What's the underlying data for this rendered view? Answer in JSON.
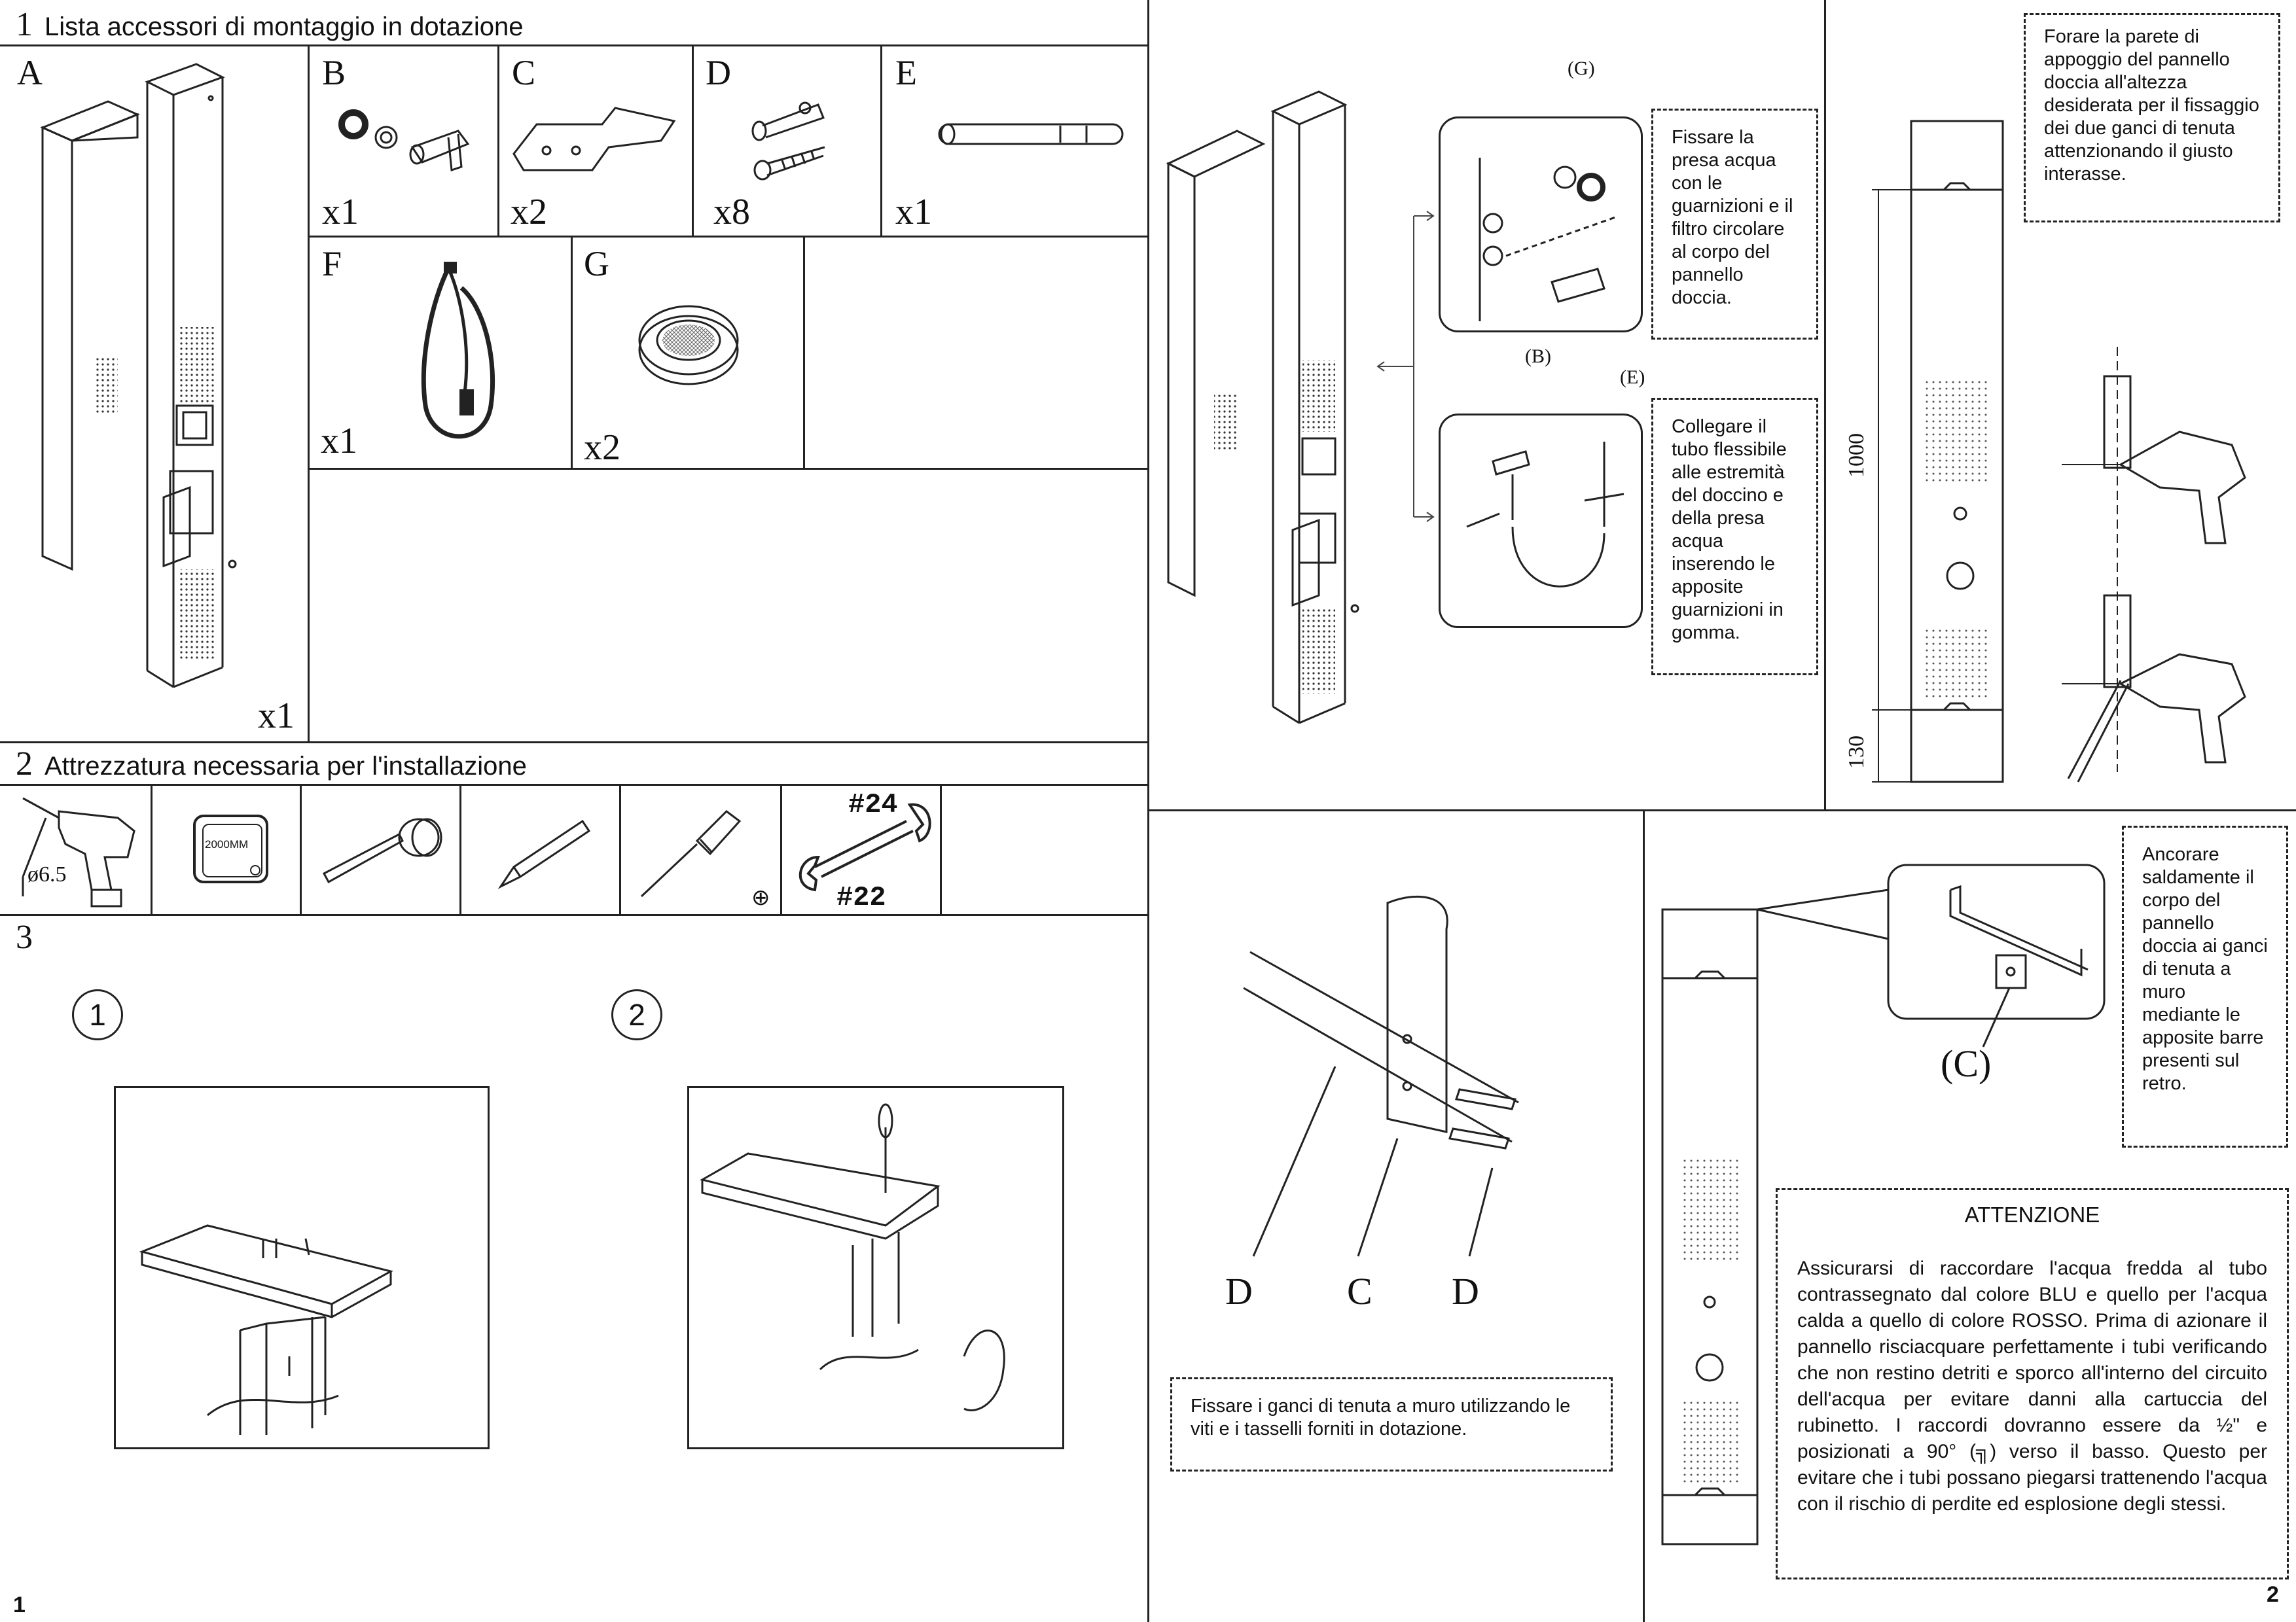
{
  "left_page": {
    "section1": {
      "number": "1",
      "title": "Lista accessori di montaggio in dotazione"
    },
    "parts": [
      {
        "letter": "A",
        "qty": "x1"
      },
      {
        "letter": "B",
        "qty": "x1"
      },
      {
        "letter": "C",
        "qty": "x2"
      },
      {
        "letter": "D",
        "qty": "x8"
      },
      {
        "letter": "E",
        "qty": "x1"
      },
      {
        "letter": "F",
        "qty": "x1"
      },
      {
        "letter": "G",
        "qty": "x2"
      }
    ],
    "section2": {
      "number": "2",
      "title": "Attrezzatura necessaria per l'installazione"
    },
    "tools": {
      "drill_label": "ø6.5",
      "tape_label": "2000MM",
      "wrench_top": "#24",
      "wrench_bottom": "#22",
      "screwdriver_symbol": "⊕"
    },
    "section3": {
      "number": "3"
    },
    "steps": [
      "1",
      "2"
    ],
    "page_number": "1"
  },
  "right_page": {
    "callouts": {
      "g": "(G)",
      "b": "(B)",
      "e": "(E)",
      "c": "(C)"
    },
    "note_presa": "Fissare la presa acqua con le guarnizioni e il filtro circolare al corpo del pannello doccia.",
    "note_tubo": "Collegare il tubo flessibile alle estremità del doccino e della presa acqua inserendo le apposite guarnizioni in gomma.",
    "note_forare": "Forare la parete di appoggio del pannello doccia all'altezza desiderata per il fissaggio dei due ganci di tenuta attenzionando il giusto interasse.",
    "dim_1000": "1000",
    "dim_130": "130",
    "bracket_labels": [
      "D",
      "C",
      "D"
    ],
    "note_ganci": "Fissare i ganci di tenuta a muro utilizzando le viti e i tasselli forniti in dotazione.",
    "note_ancorare": "Ancorare saldamente il corpo del pannello doccia ai ganci di tenuta a muro mediante le apposite barre presenti sul retro.",
    "attenzione": {
      "title": "ATTENZIONE",
      "body": "Assicurarsi di raccordare l'acqua fredda al tubo contrassegnato dal colore BLU e quello per l'acqua calda a quello di colore ROSSO. Prima di azionare il pannello risciacquare perfettamente i tubi verificando che non restino detriti e sporco all'interno del circuito dell'acqua per evitare danni alla cartuccia del rubinetto. I raccordi dovranno essere da ½\" e posizionati a 90° (╗) verso il basso. Questo per evitare che i tubi possano piegarsi trattenendo l'acqua con il rischio di perdite ed esplosione degli stessi."
    },
    "page_number": "2"
  }
}
